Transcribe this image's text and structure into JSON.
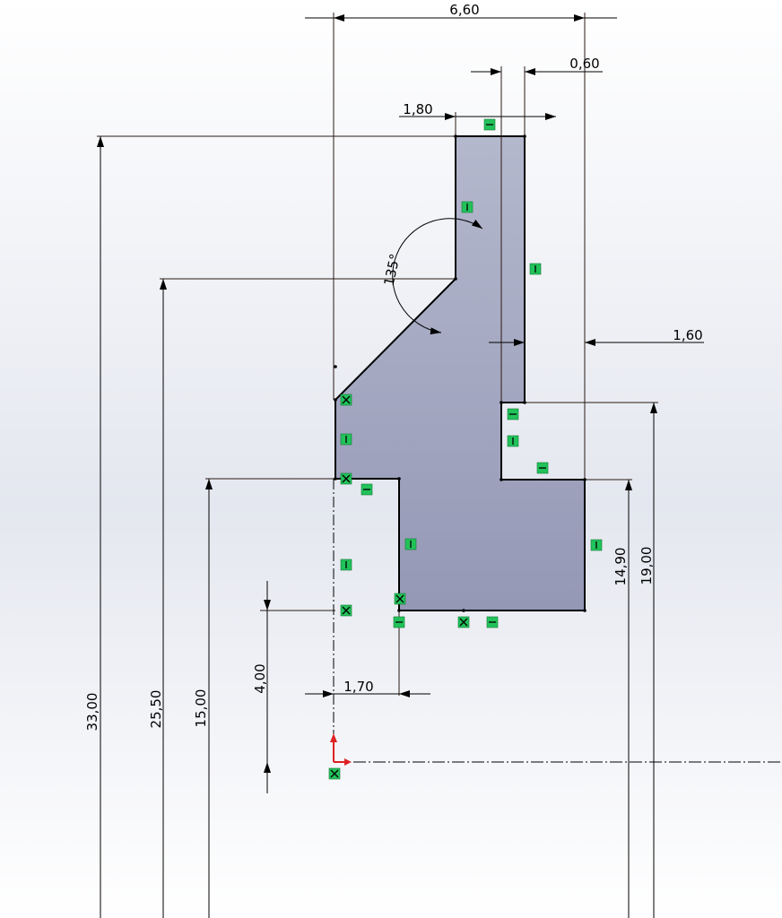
{
  "colors": {
    "background_top": "#ffffff",
    "background_mid": "#e4e7ef",
    "background_bottom": "#ffffff",
    "profile_fill_top": "#b4b8cd",
    "profile_fill_bottom": "#9498b5",
    "profile_stroke": "#000000",
    "dimension_line": "#000000",
    "extension_line": "#2a1a14",
    "relation_marker": "#22c25a",
    "origin_y_axis": "#dd2222",
    "origin_x_axis": "#000000"
  },
  "dimensions": {
    "width_overall": "6,60",
    "width_slot": "0,60",
    "width_top": "1,80",
    "width_wall": "1,60",
    "width_offset": "1,70",
    "height_bottom": "4,00",
    "height_overall": "33,00",
    "height_neck": "25,50",
    "height_step": "15,00",
    "height_right_step": "14,90",
    "height_notch": "19,00",
    "angle": "135°"
  },
  "relations": [
    {
      "symbol": "horizontal"
    },
    {
      "symbol": "vertical"
    },
    {
      "symbol": "vertical"
    },
    {
      "symbol": "coincident"
    },
    {
      "symbol": "vertical"
    },
    {
      "symbol": "horizontal"
    },
    {
      "symbol": "vertical"
    },
    {
      "symbol": "horizontal"
    },
    {
      "symbol": "coincident"
    },
    {
      "symbol": "horizontal"
    },
    {
      "symbol": "vertical"
    },
    {
      "symbol": "vertical"
    },
    {
      "symbol": "vertical"
    },
    {
      "symbol": "coincident"
    },
    {
      "symbol": "coincident"
    },
    {
      "symbol": "horizontal"
    },
    {
      "symbol": "coincident"
    },
    {
      "symbol": "horizontal"
    },
    {
      "symbol": "coincident"
    }
  ]
}
